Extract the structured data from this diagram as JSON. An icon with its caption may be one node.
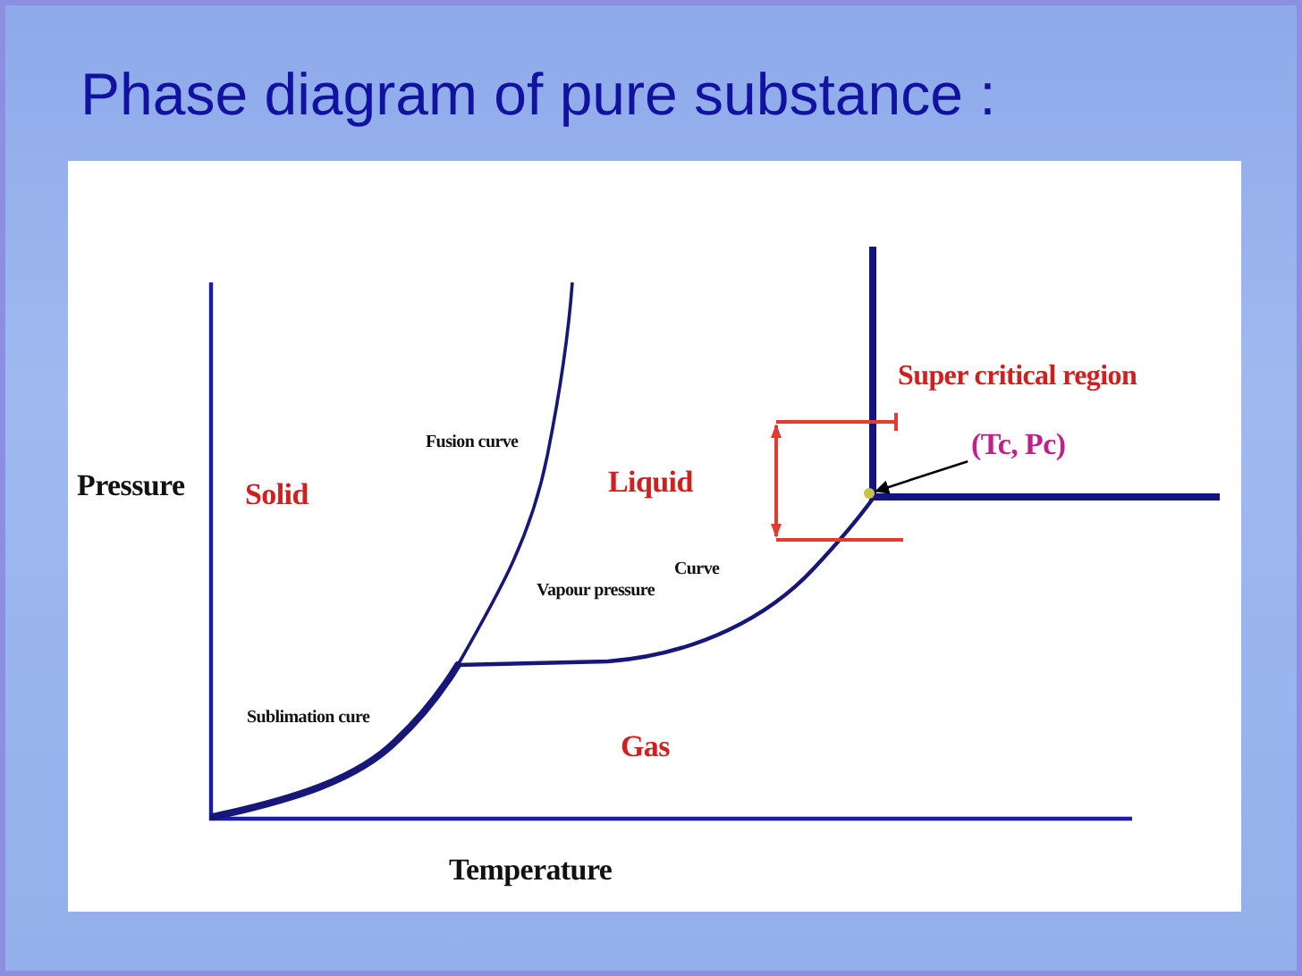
{
  "diagram": {
    "title": "Phase diagram of pure substance :",
    "nodes": [
      {
        "text": [
          "(Tc, Pc)"
        ]
      },
      {
        "text": [],
        "shape": "circle"
      }
    ],
    "edges": [
      {
        "from": 0,
        "to": 1,
        "arrow": "to"
      }
    ],
    "labels": [
      "Super critical region",
      "Fusion curve",
      "Pressure",
      "Solid",
      "Liquid",
      "Curve",
      "Vapour pressure",
      "Sublimation cure",
      "Gas",
      "Temperature"
    ]
  }
}
